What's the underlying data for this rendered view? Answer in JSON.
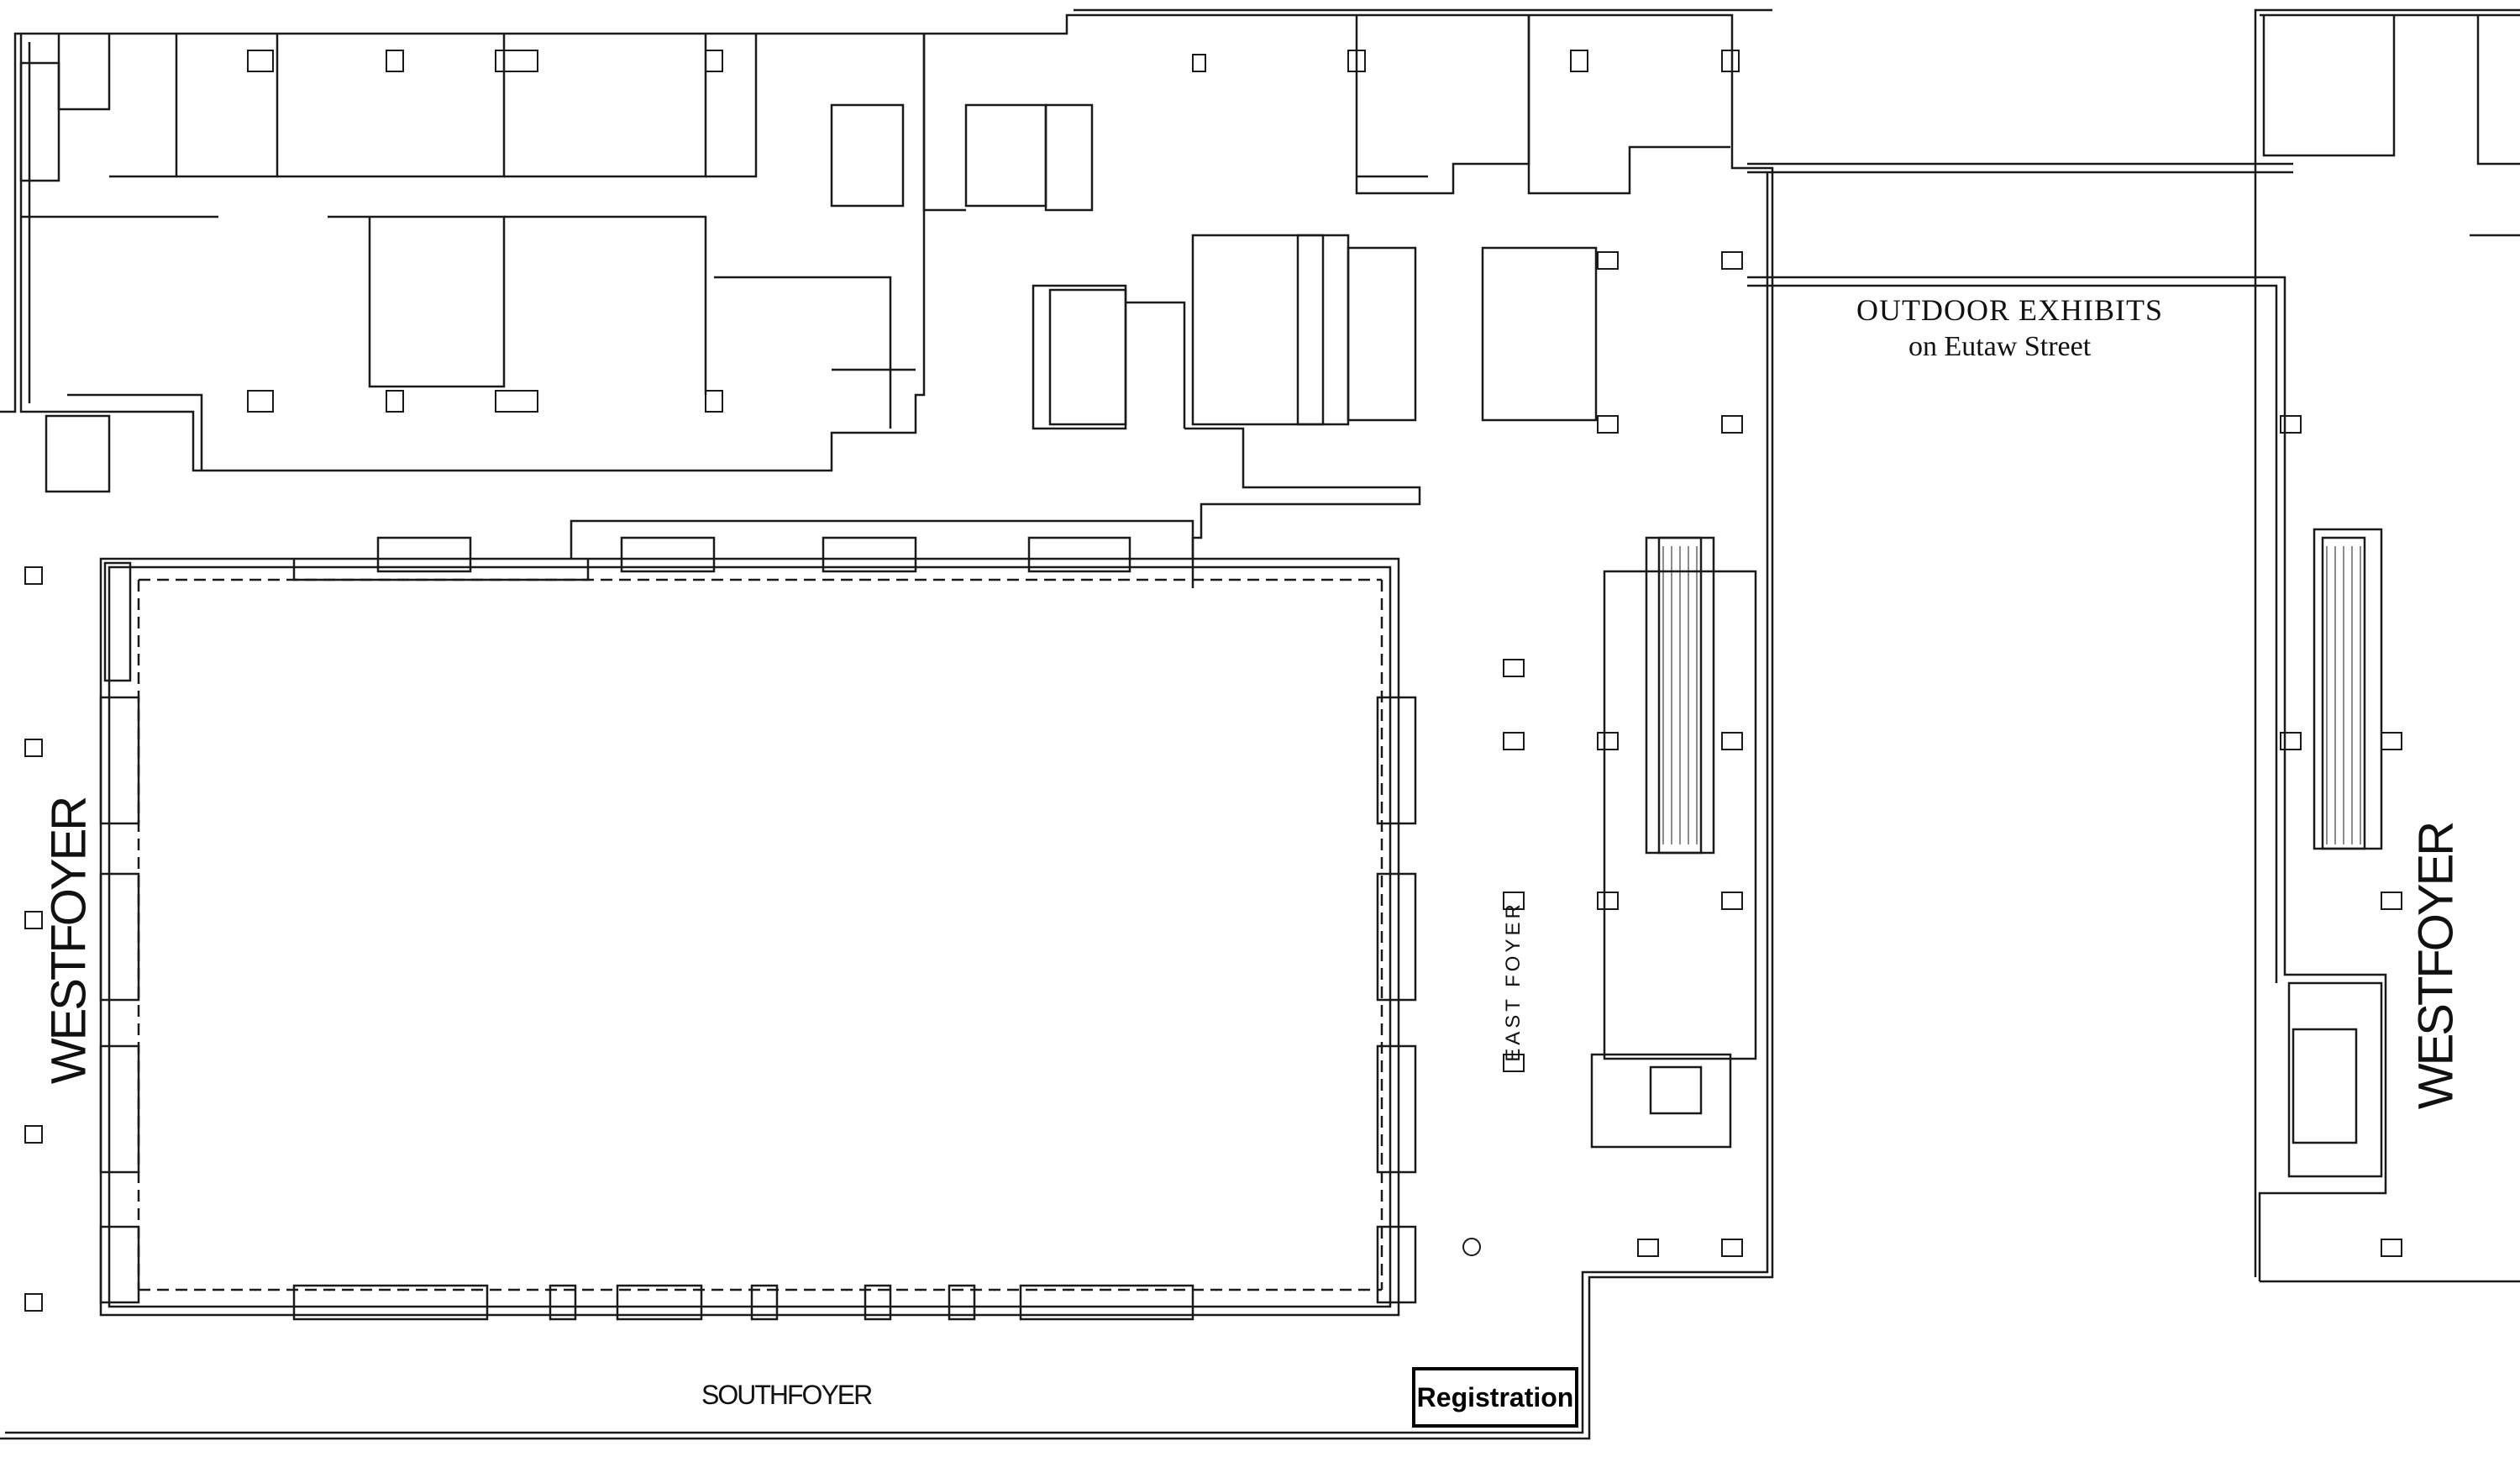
{
  "map": {
    "type": "floor-plan",
    "line_color": "#1a1a1a",
    "background": "#ffffff"
  },
  "labels": {
    "outdoor_exhibits": "OUTDOOR EXHIBITS",
    "outdoor_street": "on Eutaw Street",
    "west_foyer_left": "WESTFOYER",
    "west_foyer_right": "WESTFOYER",
    "east_foyer": "EAST FOYER",
    "south_foyer": "SOUTHFOYER",
    "registration": "Registration"
  }
}
